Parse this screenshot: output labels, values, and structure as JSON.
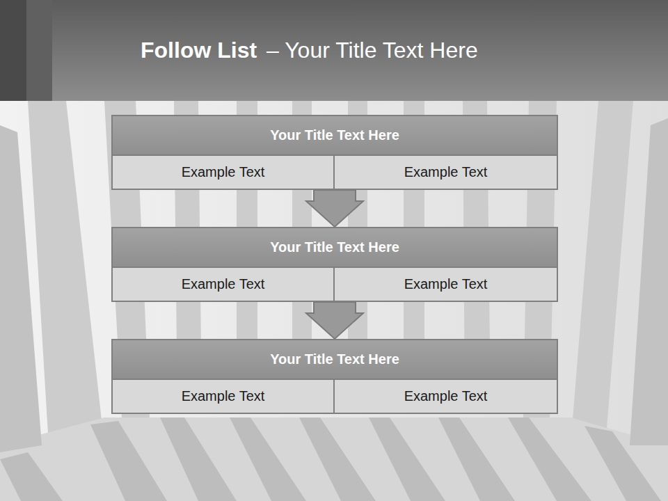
{
  "diagram": {
    "title": "Follow List",
    "nodes": [
      {
        "text": [
          "Your Title Text Here"
        ]
      },
      {
        "text": [
          "Example Text"
        ],
        "in": 0
      },
      {
        "text": [
          "Example Text"
        ],
        "in": 0
      },
      {
        "text": [
          "Your Title Text Here"
        ]
      },
      {
        "text": [
          "Example Text"
        ],
        "in": 3
      },
      {
        "text": [
          "Example Text"
        ],
        "in": 3
      },
      {
        "text": [
          "Your Title Text Here"
        ]
      },
      {
        "text": [
          "Example Text"
        ],
        "in": 6
      },
      {
        "text": [
          "Example Text"
        ],
        "in": 6
      }
    ],
    "edges": [
      {
        "from": 0,
        "to": 3,
        "arrow": "to"
      },
      {
        "from": 3,
        "to": 6,
        "arrow": "to"
      }
    ],
    "labels": [
      "– Your Title Text Here"
    ]
  }
}
